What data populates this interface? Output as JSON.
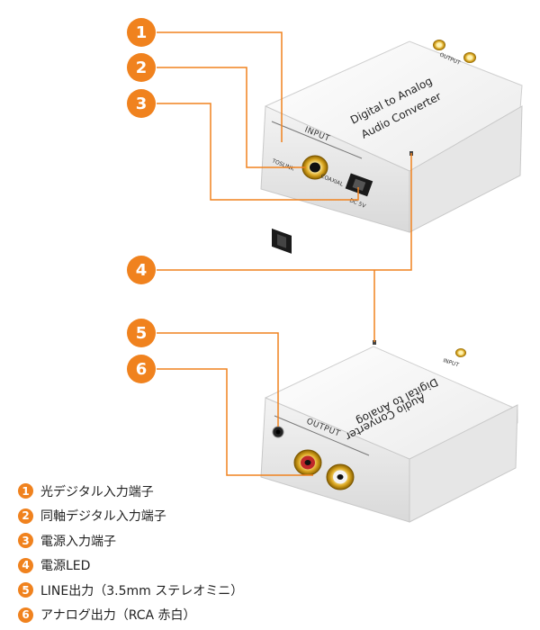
{
  "accent_color": "#f0821e",
  "callouts": [
    {
      "number": "1"
    },
    {
      "number": "2"
    },
    {
      "number": "3"
    },
    {
      "number": "4"
    },
    {
      "number": "5"
    },
    {
      "number": "6"
    }
  ],
  "device_top": {
    "title_line1": "Digital to Analog",
    "title_line2": "Audio Converter",
    "input_label": "INPUT",
    "output_label": "OUTPUT",
    "port_label_toslink": "TOSLINK",
    "port_label_coaxial": "COAXIAL",
    "port_label_dc": "DC 5V"
  },
  "device_bottom": {
    "title_line1": "Digital to Analog",
    "title_line2": "Audio Converter",
    "output_label": "OUTPUT",
    "input_label": "INPUT"
  },
  "legend": [
    {
      "number": "1",
      "text": "光デジタル入力端子"
    },
    {
      "number": "2",
      "text": "同軸デジタル入力端子"
    },
    {
      "number": "3",
      "text": "電源入力端子"
    },
    {
      "number": "4",
      "text": "電源LED"
    },
    {
      "number": "5",
      "text": "LINE出力（3.5mm ステレオミニ）"
    },
    {
      "number": "6",
      "text": "アナログ出力（RCA 赤白）"
    }
  ]
}
